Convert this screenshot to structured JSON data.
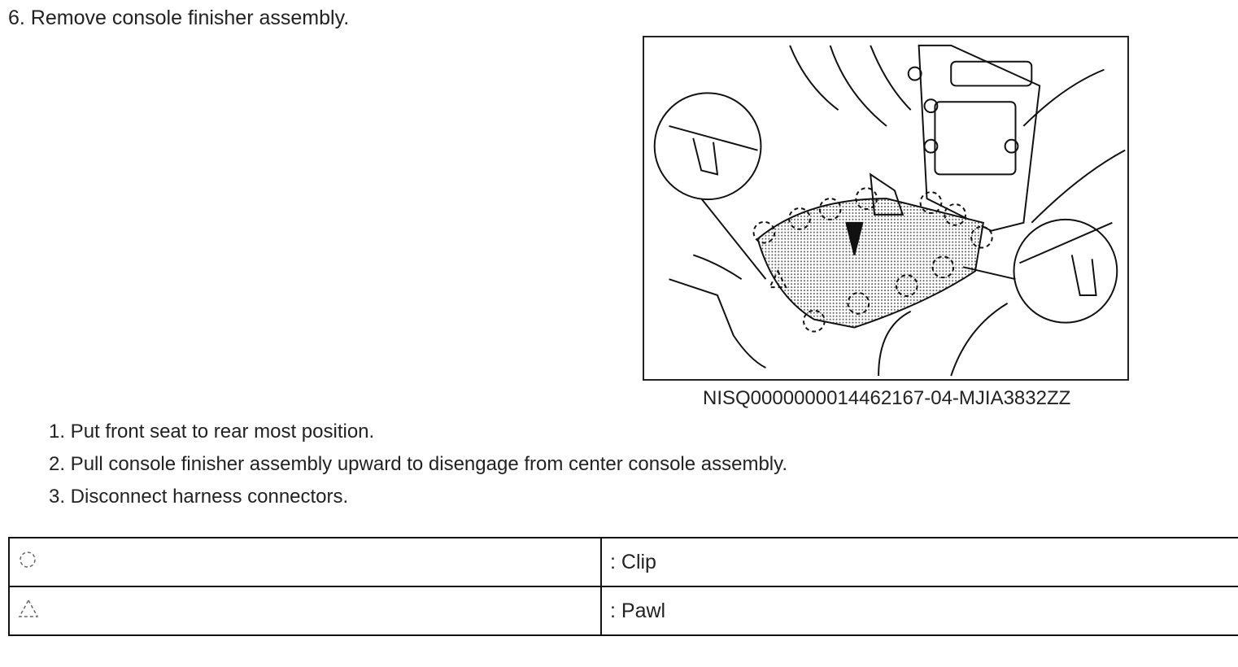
{
  "step": {
    "title": "6. Remove console finisher assembly."
  },
  "figure": {
    "caption": "NISQ0000000014462167-04-MJIA3832ZZ"
  },
  "substeps": [
    "1. Put front seat to rear most position.",
    "2. Pull console finisher assembly upward to disengage from center console assembly.",
    "3. Disconnect harness connectors."
  ],
  "legend": [
    {
      "icon": "dashed-circle-icon",
      "label": ": Clip"
    },
    {
      "icon": "dashed-triangle-icon",
      "label": ": Pawl"
    }
  ]
}
